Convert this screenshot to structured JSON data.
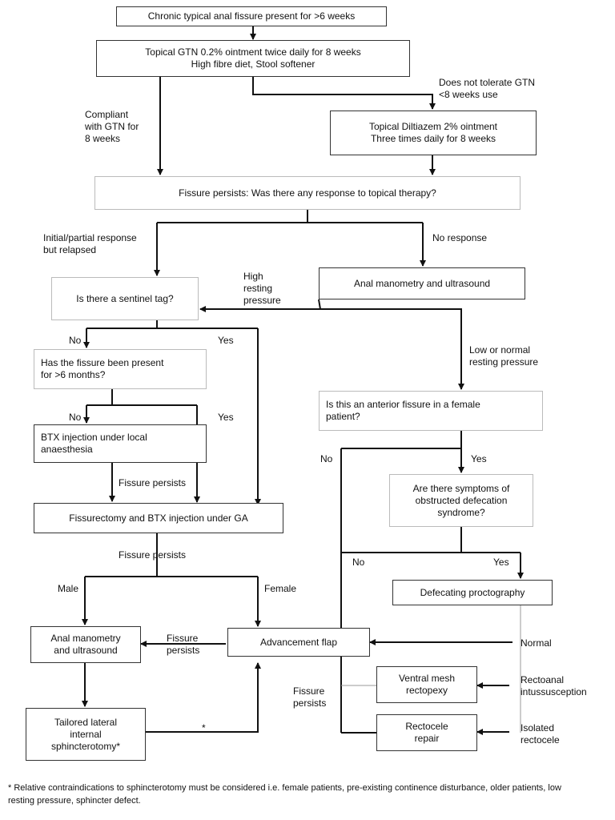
{
  "nodes": {
    "start": "Chronic typical anal fissure present for >6 weeks",
    "gtn": "Topical GTN 0.2% ointment twice daily for 8 weeks\nHigh fibre diet, Stool softener",
    "diltiazem": "Topical Diltiazem 2% ointment\nThree times daily for 8 weeks",
    "persists_q": "Fissure persists: Was there any response to topical therapy?",
    "anal_mano_us": "Anal manometry and ultrasound",
    "sentinel_q": "Is there a sentinel tag?",
    "six_months_q": "Has the fissure been present\nfor >6 months?",
    "botox_la": "BTX injection under local\nanaesthesia",
    "fissurectomy": "Fissurectomy and BTX injection under GA",
    "anterior_q": "Is this an anterior fissure in a female\npatient?",
    "odd_q": "Are there symptoms of\nobstructed defecation\nsyndrome?",
    "defecography": "Defecating proctography",
    "anal_mano_us_2": "Anal manometry\nand ultrasound",
    "advancement_flap": "Advancement flap",
    "lis": "Tailored lateral\ninternal\nsphincterotomy*",
    "ventral_mesh": "Ventral mesh\nrectopexy",
    "rectocele_repair": "Rectocele\nrepair"
  },
  "labels": {
    "not_tolerate": "Does not tolerate GTN\n<8 weeks use",
    "compliant": "Compliant\nwith GTN for\n8 weeks",
    "initial_partial": "Initial/partial response\nbut relapsed",
    "no_response": "No response",
    "high_pressure": "High\nresting\npressure",
    "low_normal": "Low or normal\nresting pressure",
    "no_1": "No",
    "yes_1": "Yes",
    "no_2": "No",
    "yes_2": "Yes",
    "fissure_persists_1": "Fissure persists",
    "fissure_persists_2": "Fissure persists",
    "no_3": "No",
    "yes_3": "Yes",
    "no_4": "No",
    "yes_4": "Yes",
    "male": "Male",
    "female": "Female",
    "fissure_persists_3": "Fissure\npersists",
    "normal": "Normal",
    "rectoanal": "Rectoanal\nintussusception",
    "isolated": "Isolated\nrectocele",
    "fissure_persists_4": "Fissure\npersists",
    "asterisk": "*"
  },
  "footnote": "* Relative contraindications to sphincterotomy must be considered i.e. female patients, pre-existing continence disturbance, older patients, low resting pressure, sphincter defect."
}
